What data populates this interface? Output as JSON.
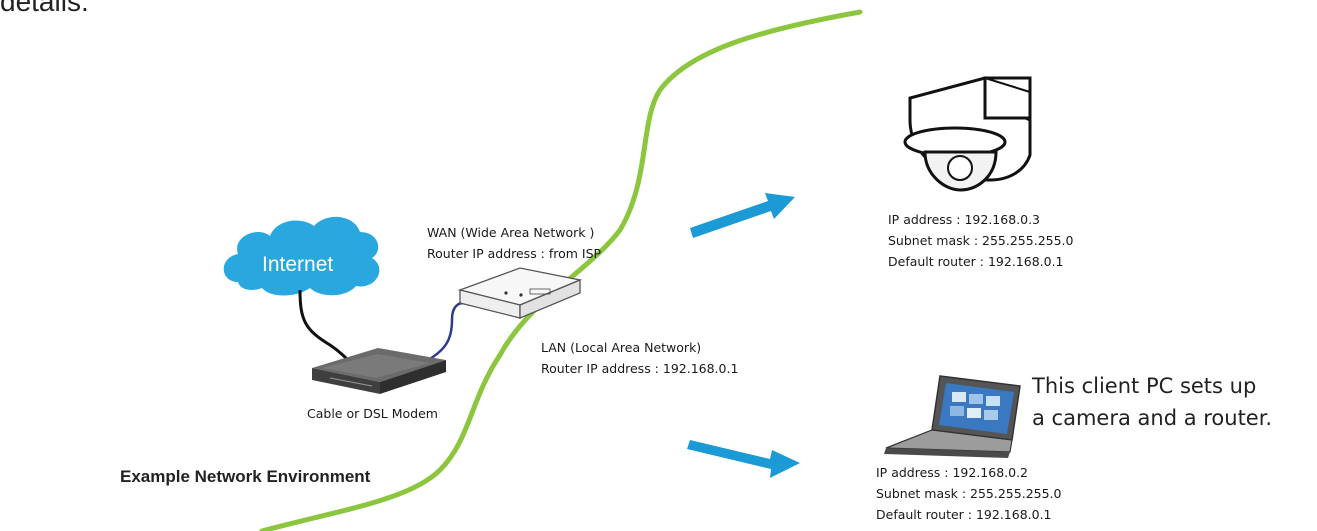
{
  "header_fragment": "details.",
  "caption": "Example Network Environment",
  "internet": {
    "label": "Internet"
  },
  "modem": {
    "label": "Cable or DSL Modem"
  },
  "router": {
    "wan_lines": [
      "WAN (Wide Area Network )",
      "Router IP address : from ISP"
    ],
    "lan_lines": [
      "LAN (Local Area Network)",
      "Router IP address : 192.168.0.1"
    ]
  },
  "camera": {
    "icon": "dome-camera-icon",
    "lines": [
      "IP address : 192.168.0.3",
      "Subnet mask : 255.255.255.0",
      "Default router : 192.168.0.1"
    ]
  },
  "pc": {
    "icon": "laptop-icon",
    "lines": [
      "IP address : 192.168.0.2",
      "Subnet mask : 255.255.255.0",
      "Default router : 192.168.0.1"
    ],
    "note_lines": [
      "This client PC sets up",
      "a camera and a router."
    ]
  },
  "colors": {
    "boundary_line": "#8cc63f",
    "arrow": "#1b9ad6",
    "cloud": "#29a8e0",
    "cable": "#2e3a8c"
  }
}
